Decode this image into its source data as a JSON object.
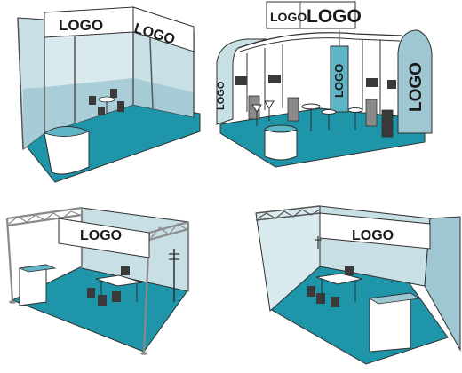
{
  "palette": {
    "floor": "#1e95a8",
    "wall": "#c8dfe6",
    "wall_dark": "#9ec7d2",
    "stripe": "#5fb5c6",
    "frame": "#8a8a8a",
    "outline": "#2f2f2f",
    "white": "#ffffff",
    "furniture_dark": "#3a3a3a"
  },
  "booths": [
    {
      "id": "booth-1",
      "logos": [
        {
          "text": "LOGO"
        },
        {
          "text": "LOGO"
        }
      ]
    },
    {
      "id": "booth-2",
      "logos": [
        {
          "text": "LOGO"
        },
        {
          "text": "LOGO"
        },
        {
          "text": "LOGO"
        },
        {
          "text": "LOGO"
        },
        {
          "text": "LOGO"
        }
      ]
    },
    {
      "id": "booth-3",
      "logos": [
        {
          "text": "LOGO"
        }
      ]
    },
    {
      "id": "booth-4",
      "logos": [
        {
          "text": "LOGO"
        }
      ]
    }
  ]
}
